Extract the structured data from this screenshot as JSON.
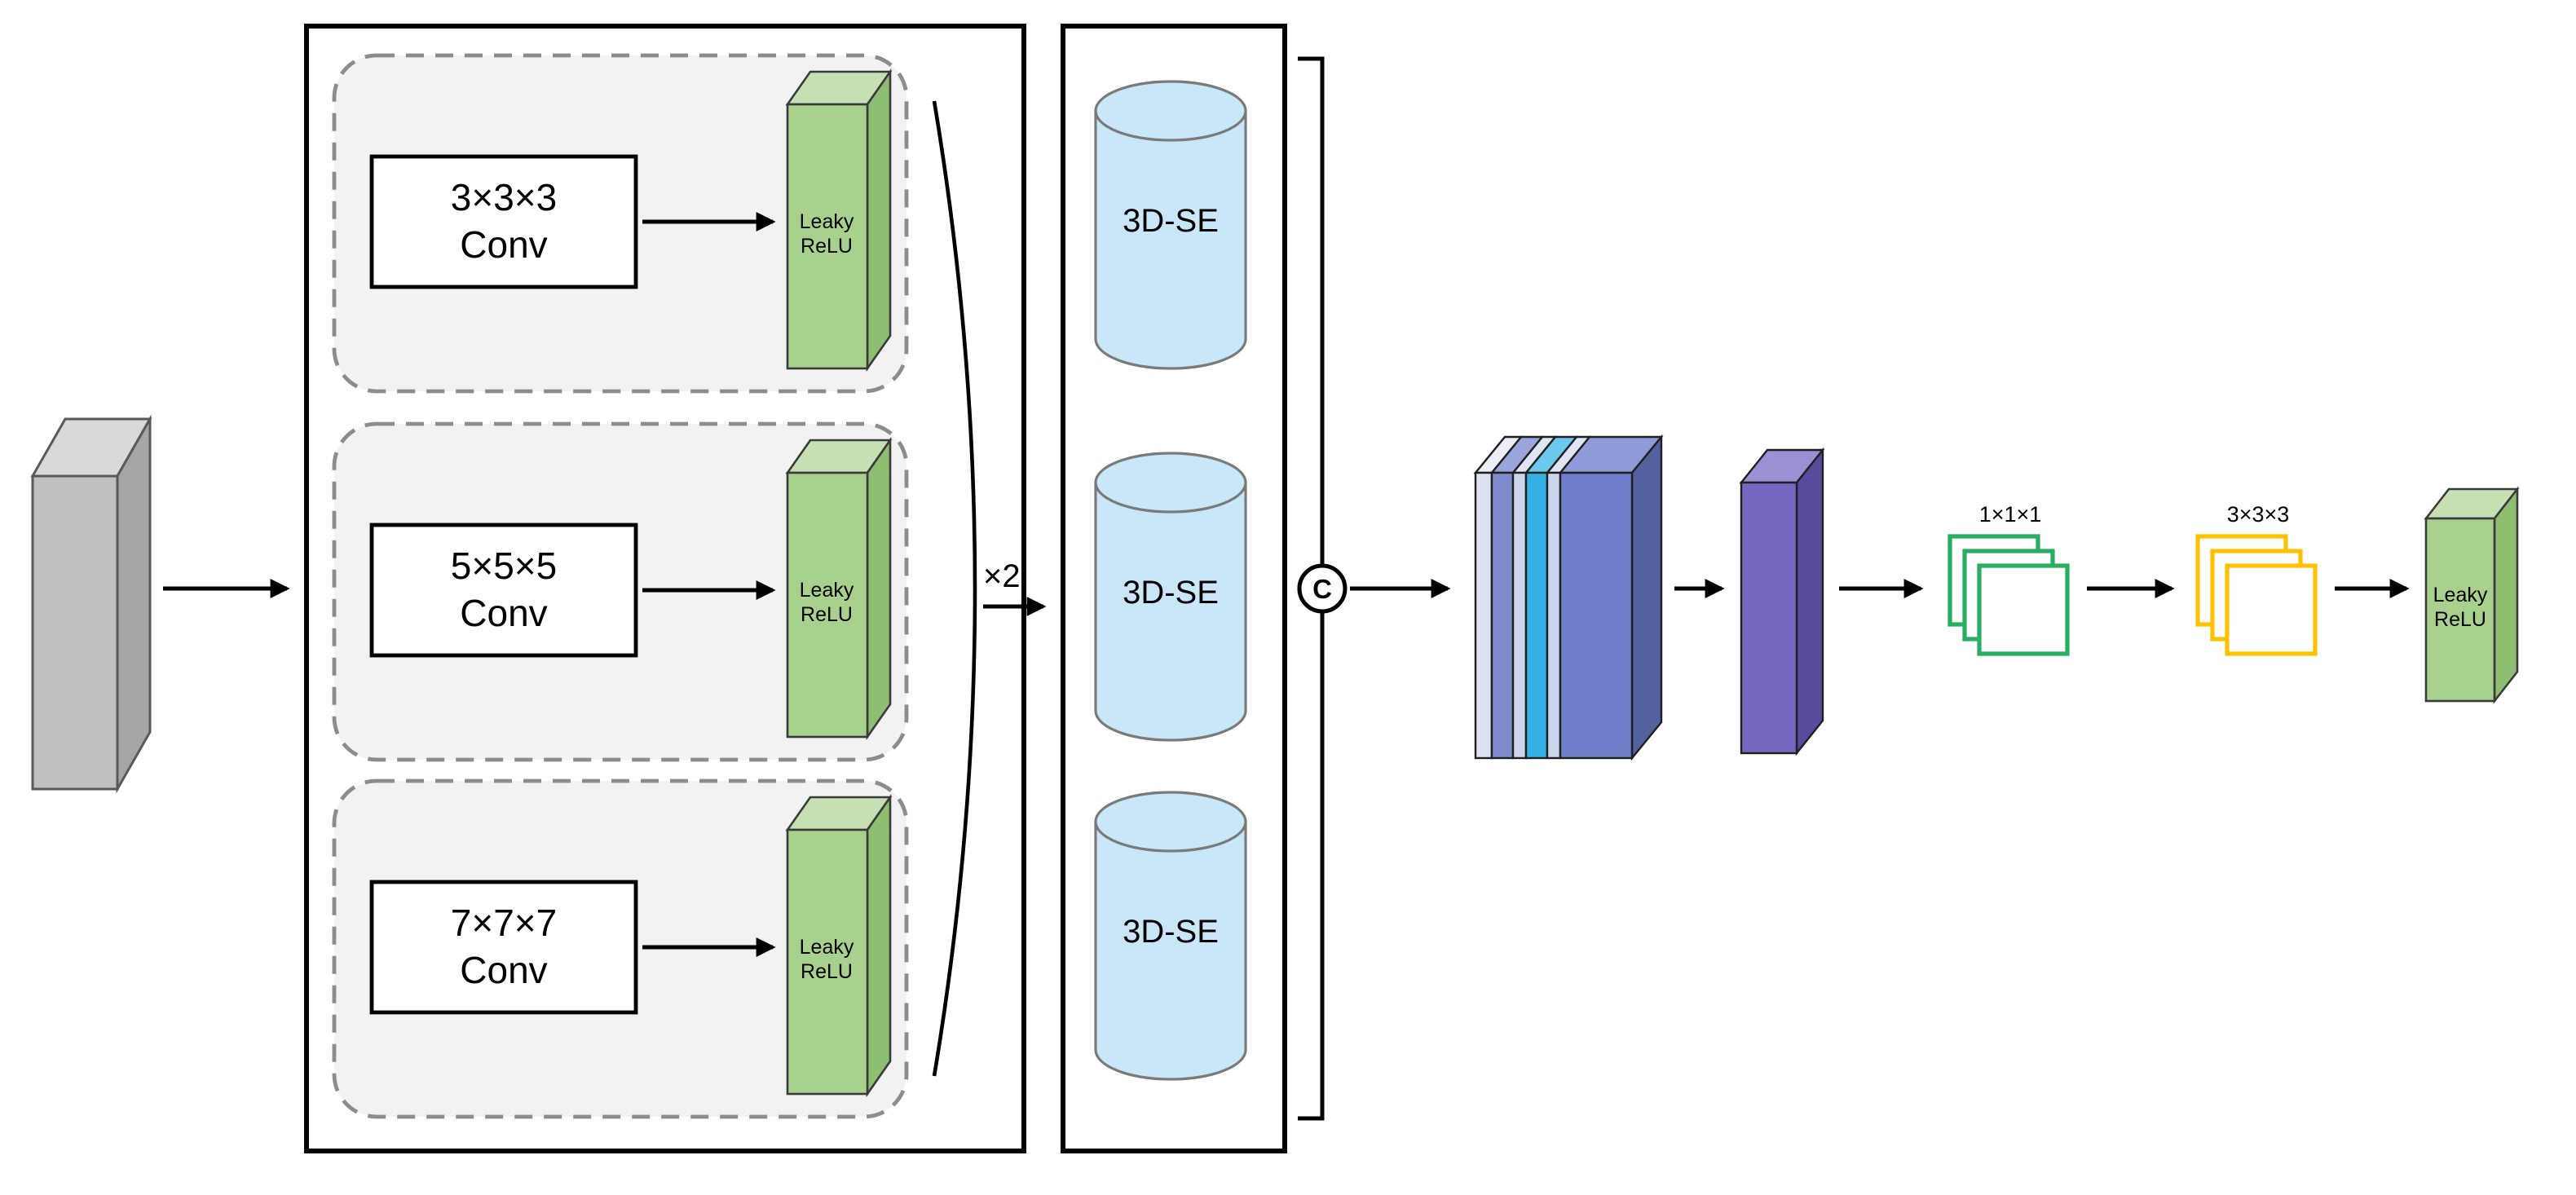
{
  "multiscale": {
    "branches": [
      {
        "kernel": "3×3×3",
        "op": "Conv",
        "act1": "Leaky",
        "act2": "ReLU"
      },
      {
        "kernel": "5×5×5",
        "op": "Conv",
        "act1": "Leaky",
        "act2": "ReLU"
      },
      {
        "kernel": "7×7×7",
        "op": "Conv",
        "act1": "Leaky",
        "act2": "ReLU"
      }
    ],
    "repeat_label": "×2"
  },
  "se": {
    "blocks": [
      {
        "label": "3D-SE"
      },
      {
        "label": "3D-SE"
      },
      {
        "label": "3D-SE"
      }
    ],
    "concat_symbol": "C"
  },
  "head": {
    "conv1_label": "1×1×1",
    "conv2_label": "3×3×3",
    "act1": "Leaky",
    "act2": "ReLU"
  },
  "colors": {
    "input_front": "#BFBFBF",
    "input_top": "#D9D9D9",
    "input_side": "#A6A6A6",
    "branch_bg": "#F2F2F2",
    "green_front": "#A9D18E",
    "green_top": "#C6E0B4",
    "green_side": "#8EBE71",
    "cylinder_fill": "#C9E7F9",
    "stack_front_1": "#DCE1F0",
    "stack_front_2": "#7D8BCC",
    "stack_front_3": "#CDD5EB",
    "stack_front_4": "#33B1E4",
    "stack_front_5": "#CDD5EB",
    "stack_front_6": "#6F7EC8",
    "stack_top_1": "#EBEEF7",
    "stack_top_2": "#9AA6DB",
    "stack_top_3": "#E0E5F3",
    "stack_top_4": "#6CC9EE",
    "stack_top_5": "#E0E5F3",
    "stack_top_6": "#8F9BD8",
    "stack_side": "#53619F",
    "purple_front": "#7568BE",
    "purple_top": "#9A90D4",
    "purple_side": "#574C9C",
    "conv1_outline": "#27AE60",
    "conv2_outline": "#FFC000"
  }
}
